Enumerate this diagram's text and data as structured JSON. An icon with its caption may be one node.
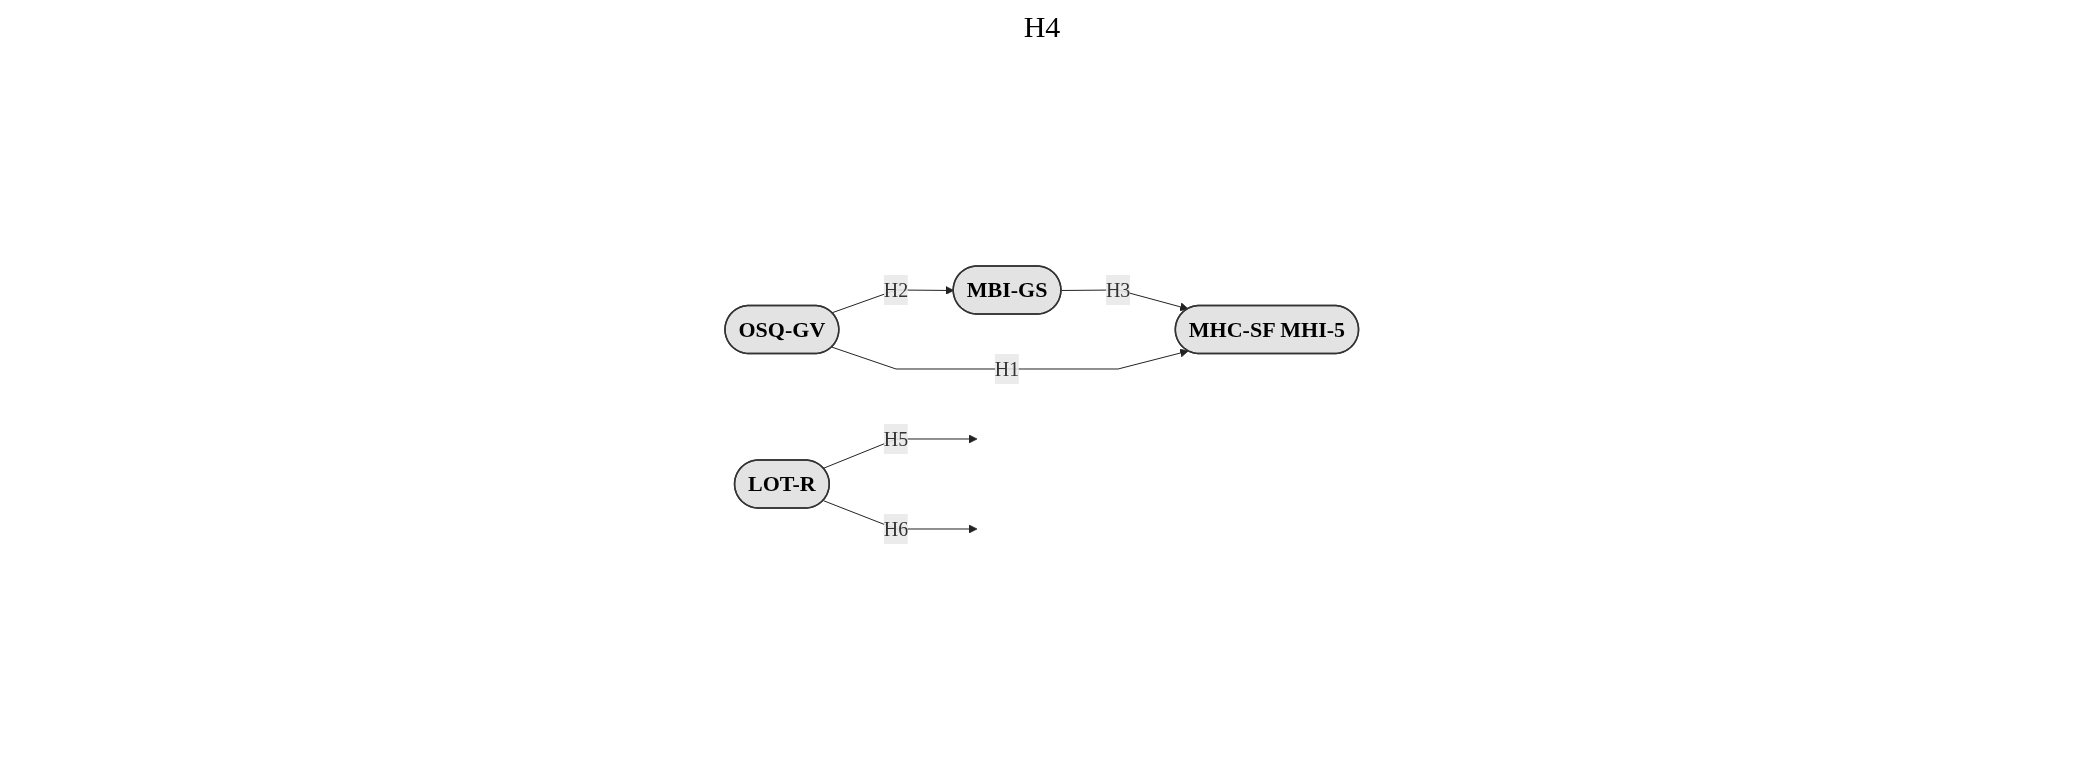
{
  "diagram": {
    "nodes": [
      {
        "text": [
          "MBI-GS"
        ]
      },
      {
        "text": [
          "OSQ-GV"
        ]
      },
      {
        "text": [
          "MHC-SF MHI-5"
        ]
      },
      {
        "text": [
          "LOT-R"
        ]
      }
    ],
    "edges": [
      {
        "from": 1,
        "to": 0,
        "arrow": "to",
        "label": "H2"
      },
      {
        "from": 0,
        "to": 2,
        "arrow": "to",
        "label": "H3"
      },
      {
        "from": 1,
        "to": 2,
        "arrow": "to",
        "label": "H1"
      },
      {
        "from": 3,
        "to": null,
        "arrow": "to",
        "label": "H5"
      },
      {
        "from": 3,
        "to": null,
        "arrow": "to",
        "label": "H6"
      }
    ],
    "labels": [
      "H4"
    ]
  }
}
